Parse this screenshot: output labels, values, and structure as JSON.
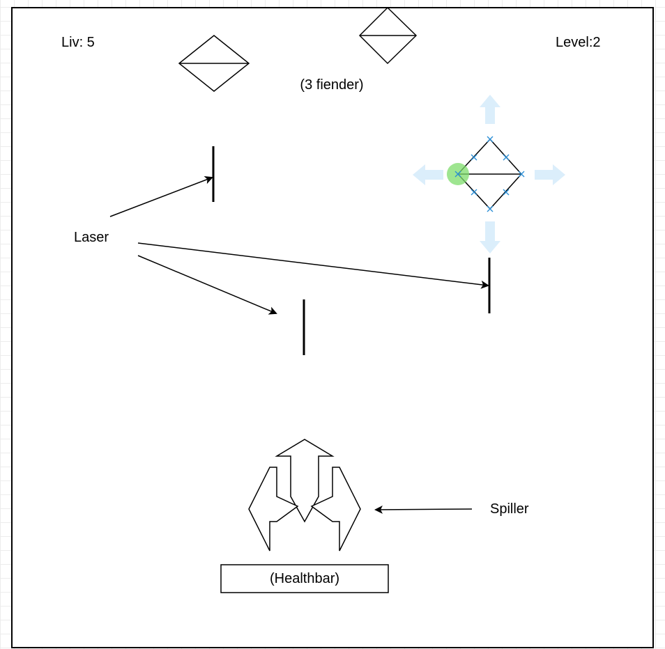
{
  "hud": {
    "lives": "Liv: 5",
    "level": "Level:2",
    "enemy_count": "(3 fiender)"
  },
  "annotations": {
    "laser": "Laser",
    "player": "Spiller",
    "healthbar": "(Healthbar)"
  },
  "colors": {
    "stroke": "#000000",
    "selection_handle": "#2b8fd6",
    "hover_arrow": "#dbeefb",
    "connection_point": "#7ddc6b"
  },
  "icons": {
    "enemy": "diamond-enemy-icon",
    "laser": "laser-bar-icon",
    "player": "spaceship-icon",
    "move_arrows": "move-arrow-icon"
  }
}
